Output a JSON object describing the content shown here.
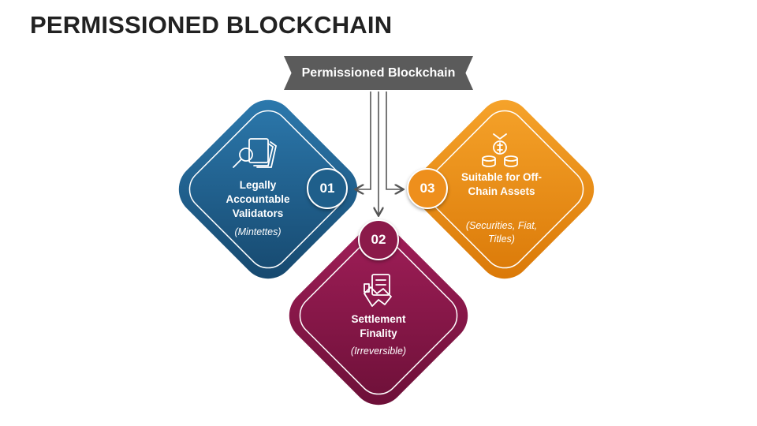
{
  "title": "PERMISSIONED BLOCKCHAIN",
  "center_label": "Permissioned Blockchain",
  "items": [
    {
      "number": "01",
      "label": "Legally Accountable Validators",
      "sublabel": "(Mintettes)",
      "color": "#1f5f8b",
      "icon": "document-search-icon"
    },
    {
      "number": "02",
      "label": "Settlement Finality",
      "sublabel": "(Irreversible)",
      "color": "#8b1a4a",
      "icon": "handshake-contract-icon"
    },
    {
      "number": "03",
      "label": "Suitable for Off-Chain Assets",
      "sublabel": "(Securities, Fiat, Titles)",
      "color": "#ee8f1c",
      "icon": "coin-stack-icon"
    }
  ]
}
